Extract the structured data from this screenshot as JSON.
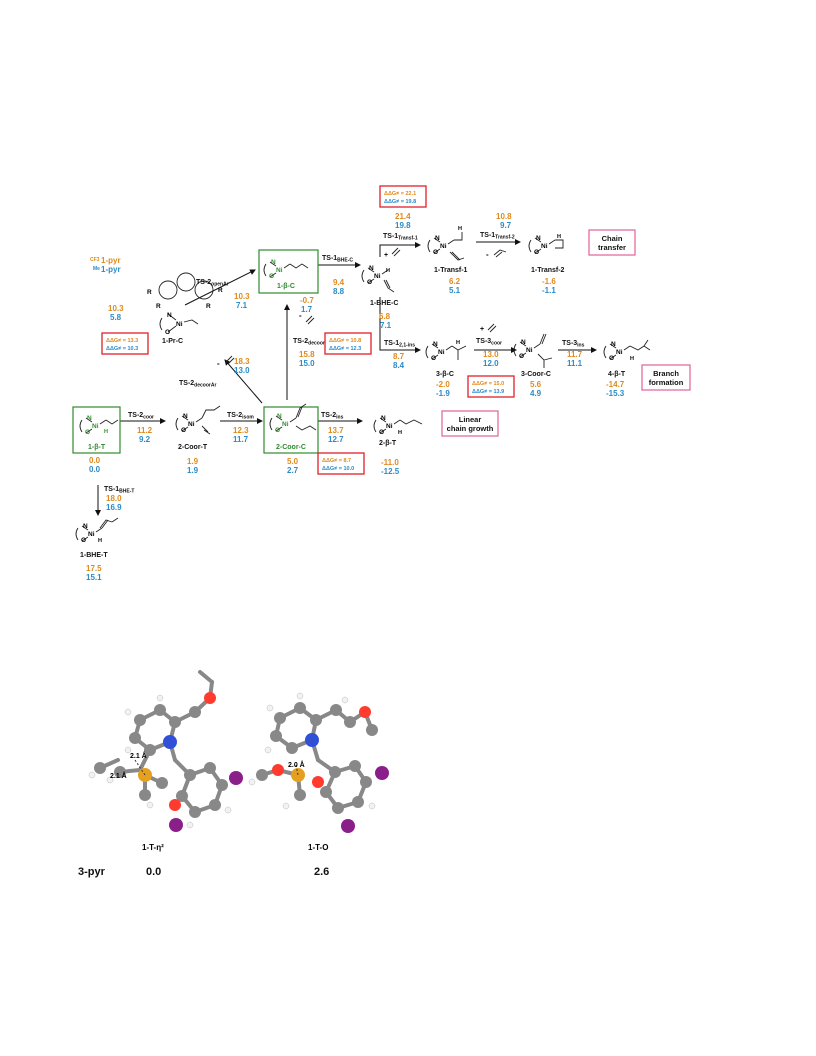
{
  "legend": {
    "cf3": "CF3",
    "cf3_name": "1-pyr",
    "me": "Me",
    "me_name": "1-pyr"
  },
  "species": [
    {
      "id": "1-b-T",
      "label": "1-β-T",
      "o": "0.0",
      "b": "0.0"
    },
    {
      "id": "2-Coor-T",
      "label": "2-Coor-T",
      "o": "1.9",
      "b": "1.9"
    },
    {
      "id": "2-Coor-C",
      "label": "2-Coor-C",
      "o": "5.0",
      "b": "2.7"
    },
    {
      "id": "2-b-T",
      "label": "2-β-T",
      "o": "-11.0",
      "b": "-12.5"
    },
    {
      "id": "1-BHE-T",
      "label": "1-BHE-T",
      "o": "17.5",
      "b": "15.1"
    },
    {
      "id": "1-Pr-C",
      "label": "1-Pr-C",
      "o": "10.3",
      "b": "5.8"
    },
    {
      "id": "1-b-C",
      "label": "1-β-C",
      "o": "-0.7",
      "b": "1.7"
    },
    {
      "id": "1-BHE-C",
      "label": "1-BHE-C",
      "o": "6.8",
      "b": "7.1"
    },
    {
      "id": "1-Transf-1",
      "label": "1-Transf-1",
      "o": "6.2",
      "b": "5.1"
    },
    {
      "id": "1-Transf-2",
      "label": "1-Transf-2",
      "o": "-1.6",
      "b": "-1.1"
    },
    {
      "id": "3-b-C",
      "label": "3-β-C",
      "o": "-2.0",
      "b": "-1.9"
    },
    {
      "id": "3-Coor-C",
      "label": "3-Coor-C",
      "o": "5.6",
      "b": "4.9"
    },
    {
      "id": "4-b-T",
      "label": "4-β-T",
      "o": "-14.7",
      "b": "-15.3"
    }
  ],
  "ts": [
    {
      "main": "TS-2",
      "sub": "coor",
      "o": "11.2",
      "b": "9.2"
    },
    {
      "main": "TS-2",
      "sub": "isom",
      "o": "12.3",
      "b": "11.7"
    },
    {
      "main": "TS-2",
      "sub": "ins",
      "o": "13.7",
      "b": "12.7"
    },
    {
      "main": "TS-1",
      "sub": "BHE-T",
      "o": "18.0",
      "b": "16.9"
    },
    {
      "main": "TS-2",
      "sub": "openAr",
      "o": "10.3",
      "b": "7.1"
    },
    {
      "main": "TS-2",
      "sub": "decoorAr",
      "o": "18.3",
      "b": "13.0"
    },
    {
      "main": "TS-2",
      "sub": "decoor",
      "o": "15.8",
      "b": "15.0"
    },
    {
      "main": "TS-1",
      "sub": "BHE-C",
      "o": "9.4",
      "b": "8.8"
    },
    {
      "main": "TS-1",
      "sub": "Transf-1",
      "o": "21.4",
      "b": "19.8"
    },
    {
      "main": "TS-1",
      "sub": "Transf-2",
      "o": "10.8",
      "b": "9.7"
    },
    {
      "main": "TS-1",
      "sub": "2,1-ins",
      "o": "8.7",
      "b": "8.4"
    },
    {
      "main": "TS-3",
      "sub": "coor",
      "o": "13.0",
      "b": "12.0"
    },
    {
      "main": "TS-3",
      "sub": "ins",
      "o": "11.7",
      "b": "11.1"
    }
  ],
  "ddg": [
    {
      "o": "ΔΔG≠ = 22.1",
      "b": "ΔΔG≠ = 19.8"
    },
    {
      "o": "ΔΔG≠ = 13.3",
      "b": "ΔΔG≠ = 10.3"
    },
    {
      "o": "ΔΔG≠ = 10.8",
      "b": "ΔΔG≠ = 12.3"
    },
    {
      "o": "ΔΔG≠ = 15.0",
      "b": "ΔΔG≠ = 13.9"
    },
    {
      "o": "ΔΔG≠ = 8.7",
      "b": "ΔΔG≠ = 10.0"
    }
  ],
  "outcomes": {
    "chain_transfer_1": "Chain",
    "chain_transfer_2": "transfer",
    "branch_1": "Branch",
    "branch_2": "formation",
    "linear_1": "Linear",
    "linear_2": "chain growth"
  },
  "atoms": {
    "N": "N",
    "O": "O",
    "Ni": "Ni",
    "H": "H",
    "R": "R"
  },
  "minus": "-",
  "plus": "+",
  "bottom": {
    "dist1": "2.1 Å",
    "dist2": "2.1 Å",
    "dist3": "2.0 Å",
    "name1": "1-T-η²",
    "name2": "1-T-O",
    "row_label": "3-pyr",
    "val1": "0.0",
    "val2": "2.6"
  },
  "colors": {
    "orange": "#e08a1e",
    "blue": "#2a8bc8",
    "green": "#2e8b2e",
    "red": "#e0202a",
    "pink": "#e0609a"
  }
}
